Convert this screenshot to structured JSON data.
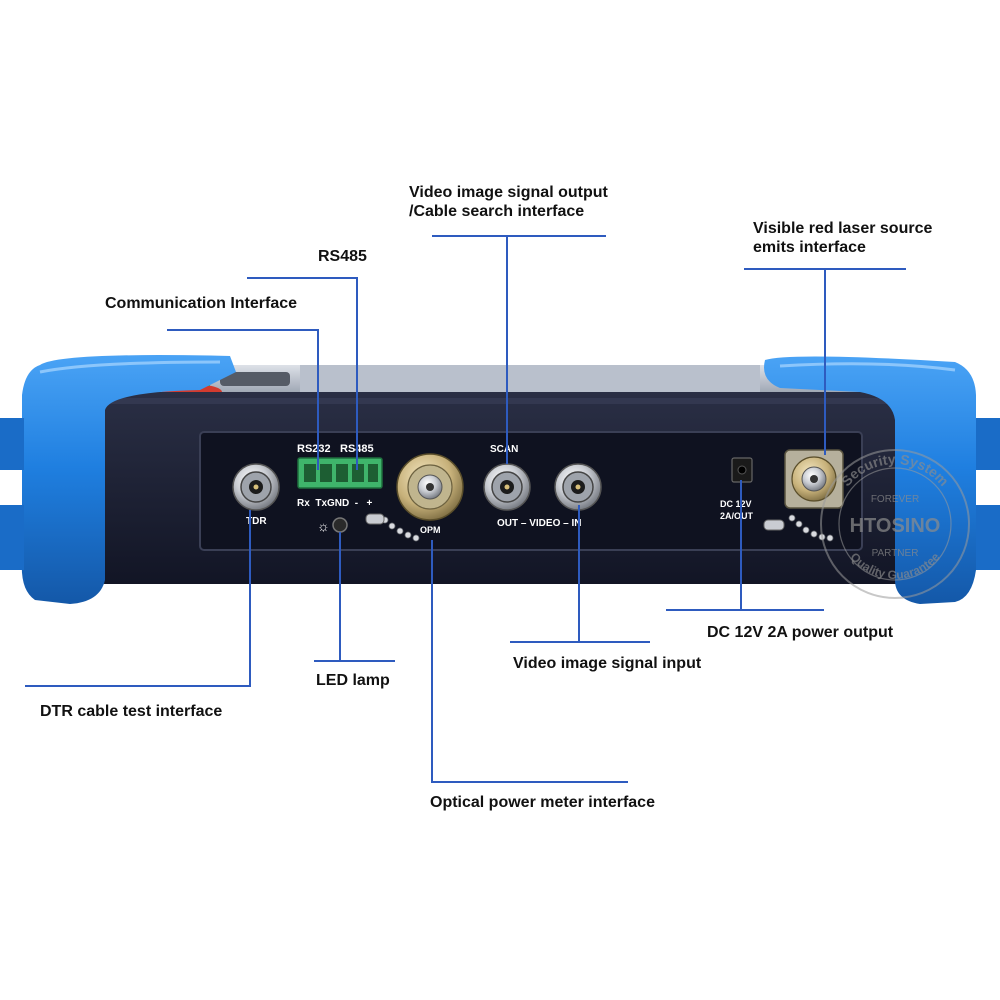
{
  "colors": {
    "leader_line": "#2e5bbf",
    "bumper_blue": "#1f7fe0",
    "bumper_dark": "#1458a8",
    "body_dark": "#16192b",
    "panel": "#101322",
    "terminal_green": "#3fb46b"
  },
  "callouts": {
    "video_output": {
      "line1": "Video image signal output",
      "line2": "/Cable search interface"
    },
    "rs485": {
      "line1": "RS485"
    },
    "communication": {
      "line1": "Communication Interface"
    },
    "laser": {
      "line1": "Visible red laser source",
      "line2": "emits interface"
    },
    "dc_power": {
      "line1": "DC 12V 2A power output"
    },
    "video_input": {
      "line1": "Video image signal input"
    },
    "led": {
      "line1": "LED lamp"
    },
    "dtr": {
      "line1": "DTR cable test interface"
    },
    "optical": {
      "line1": "Optical power meter interface"
    }
  },
  "panel_labels": {
    "tdr": "TDR",
    "rs232": "RS232",
    "rs485": "RS485",
    "terminals": "Rx  TxGND  -   +",
    "opm": "OPM",
    "scan": "SCAN",
    "out_video_in": "OUT – VIDEO – IN",
    "dc_line1": "DC 12V",
    "dc_line2": "2A/OUT"
  },
  "watermark": {
    "top_arc": "Security System",
    "forever": "FOREVER",
    "brand": "HTOSINO",
    "partner": "PARTNER",
    "bottom_arc": "Quality Guarantee"
  }
}
